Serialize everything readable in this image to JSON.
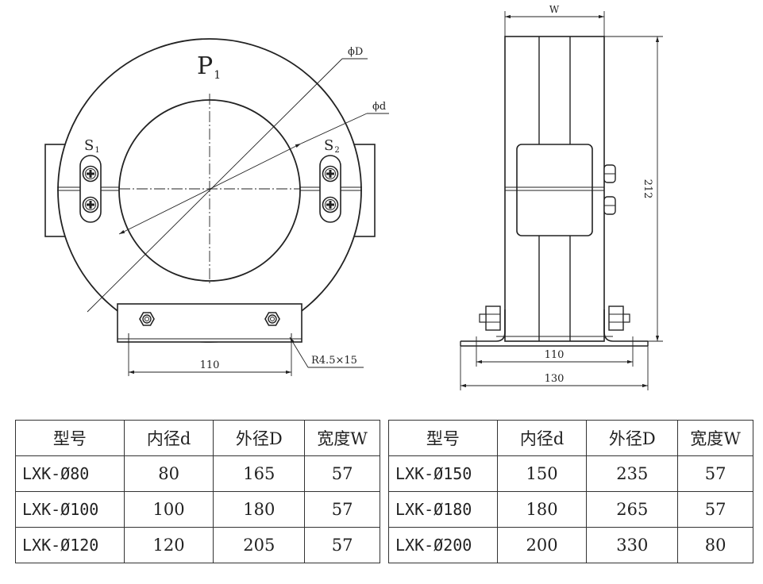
{
  "drawing": {
    "front_view": {
      "primary_label": "P",
      "primary_sub": "1",
      "secondary_left_label": "S",
      "secondary_left_sub": "1",
      "secondary_right_label": "S",
      "secondary_right_sub": "2",
      "outer_dia_label": "ϕD",
      "inner_dia_label": "ϕd",
      "base_hole_dim": "110",
      "slot_note": "R4.5×15"
    },
    "side_view": {
      "width_label": "W",
      "height_dim": "212",
      "base_hole_dim": "110",
      "base_width_dim": "130"
    }
  },
  "tables": [
    {
      "headers": [
        "型号",
        "内径d",
        "外径D",
        "宽度W"
      ],
      "rows": [
        [
          "LXK-Ø80",
          "80",
          "165",
          "57"
        ],
        [
          "LXK-Ø100",
          "100",
          "180",
          "57"
        ],
        [
          "LXK-Ø120",
          "120",
          "205",
          "57"
        ]
      ]
    },
    {
      "headers": [
        "型号",
        "内径d",
        "外径D",
        "宽度W"
      ],
      "rows": [
        [
          "LXK-Ø150",
          "150",
          "235",
          "57"
        ],
        [
          "LXK-Ø180",
          "180",
          "265",
          "57"
        ],
        [
          "LXK-Ø200",
          "200",
          "330",
          "80"
        ]
      ]
    }
  ]
}
